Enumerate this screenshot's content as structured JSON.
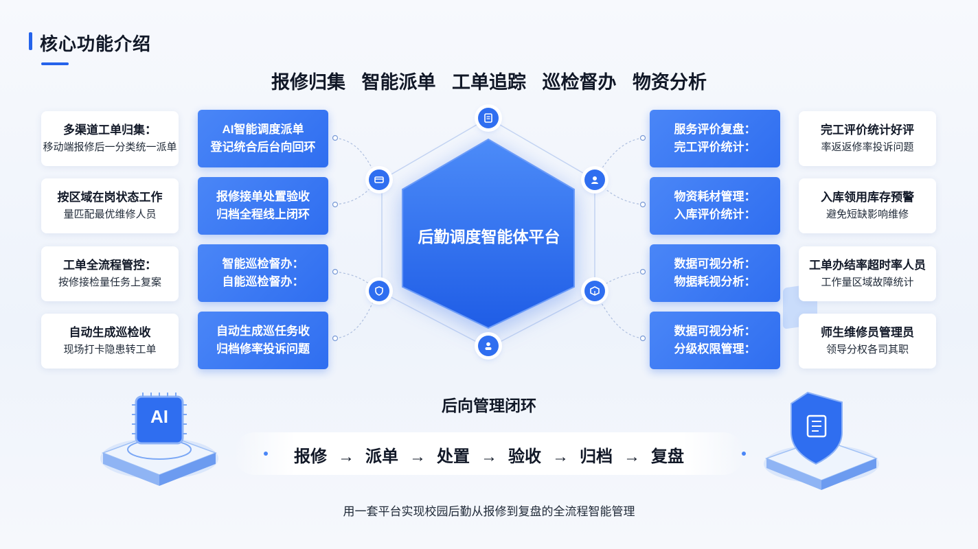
{
  "header": {
    "title": "核心功能介绍",
    "keywords": [
      "报修归集",
      "智能派单",
      "工单追踪",
      "巡检督办",
      "物资分析"
    ]
  },
  "left_cards": [
    {
      "line1": "多渠道工单归集：",
      "line2": "移动端报修后一分类统一派单"
    },
    {
      "line1": "按区域在岗状态工作",
      "line2": "量匹配最优维修人员"
    },
    {
      "line1": "工单全流程管控：",
      "line2": "按修接检量任务上复案"
    },
    {
      "line1": "自动生成巡检收",
      "line2": "现场打卡隐患转工单"
    }
  ],
  "left_blue_cards": [
    {
      "line1": "AI智能调度派单",
      "line2": "登记统合后台向回环"
    },
    {
      "line1": "报修接单处置验收",
      "line2": "归档全程线上闭环"
    },
    {
      "line1": "智能巡检督办：",
      "line2": "自能巡检督办："
    },
    {
      "line1": "自动生成巡任务收",
      "line2": "归档修率投诉问题"
    }
  ],
  "right_blue_cards": [
    {
      "line1": "服务评价复盘：",
      "line2": "完工评价统计："
    },
    {
      "line1": "物资耗材管理：",
      "line2": "入库评价统计："
    },
    {
      "line1": "数据可视分析：",
      "line2": "物据耗视分析："
    },
    {
      "line1": "数据可视分析：",
      "line2": "分级权限管理："
    }
  ],
  "right_cards": [
    {
      "line1": "完工评价统计好评",
      "line2": "率返返修率投诉问题"
    },
    {
      "line1": "入库领用库存预警",
      "line2": "避免短缺影响维修"
    },
    {
      "line1": "工单办结率超时率人员",
      "line2": "工作量区域故障统计"
    },
    {
      "line1": "师生维修员管理员",
      "line2": "领导分权各司其职"
    }
  ],
  "center": {
    "label": "后勤调度智能体平台"
  },
  "nodes": [
    "document-icon",
    "card-icon",
    "user-icon",
    "shield-icon",
    "box-icon",
    "person-icon"
  ],
  "loop": {
    "title": "后向管理闭环",
    "steps": [
      "报修",
      "派单",
      "处置",
      "验收",
      "归档",
      "复盘"
    ],
    "arrow": "→"
  },
  "ai_badge": {
    "label": "AI"
  },
  "footer": "用一套平台实现校园后勤从报修到复盘的全流程智能管理",
  "colors": {
    "accent": "#2563eb",
    "card_blue": "#2f6ef0",
    "hexagon": "#2c6cf0"
  }
}
